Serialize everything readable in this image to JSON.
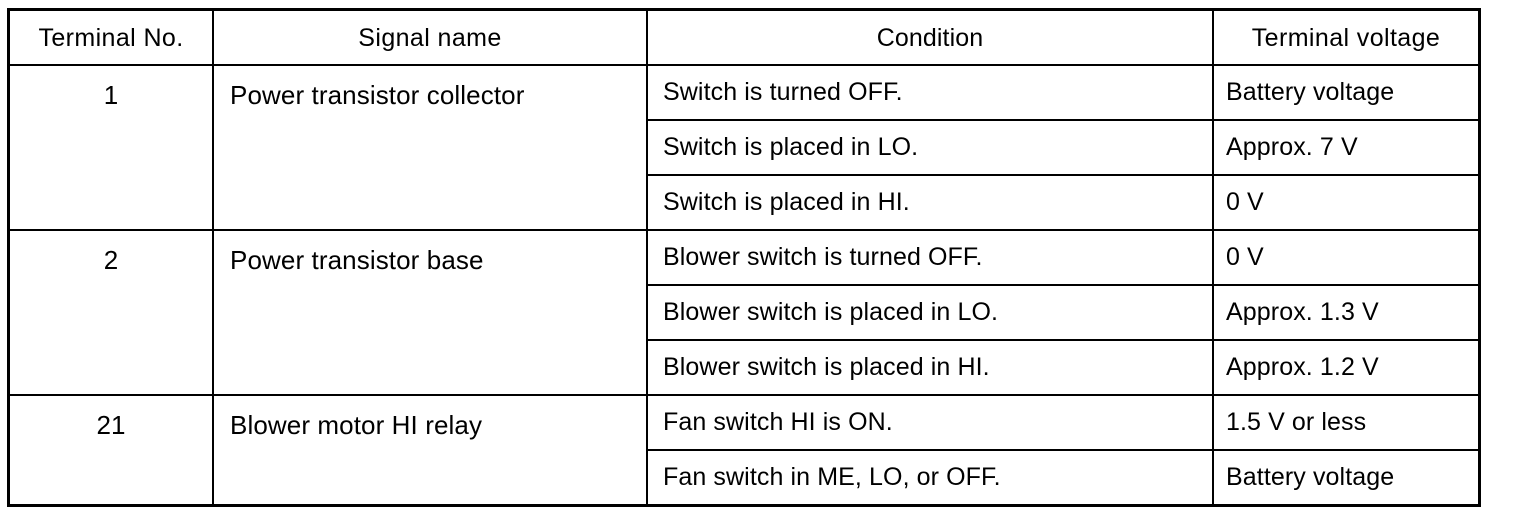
{
  "table": {
    "headers": {
      "terminal_no": "Terminal  No.",
      "signal_name": "Signal  name",
      "condition": "Condition",
      "terminal_voltage": "Terminal  voltage"
    },
    "groups": [
      {
        "terminal_no": "1",
        "signal_name": "Power transistor collector",
        "rows": [
          {
            "condition": "Switch is turned OFF.",
            "voltage": "Battery voltage"
          },
          {
            "condition": "Switch is placed in LO.",
            "voltage": "Approx. 7 V"
          },
          {
            "condition": "Switch is placed in HI.",
            "voltage": "0 V"
          }
        ]
      },
      {
        "terminal_no": "2",
        "signal_name": "Power transistor base",
        "rows": [
          {
            "condition": "Blower switch is turned OFF.",
            "voltage": "0 V"
          },
          {
            "condition": "Blower switch is placed in LO.",
            "voltage": "Approx. 1.3 V"
          },
          {
            "condition": "Blower switch is placed in HI.",
            "voltage": "Approx. 1.2 V"
          }
        ]
      },
      {
        "terminal_no": "21",
        "signal_name": "Blower motor HI relay",
        "rows": [
          {
            "condition": "Fan switch HI is ON.",
            "voltage": "1.5 V or less"
          },
          {
            "condition": "Fan switch in ME, LO, or OFF.",
            "voltage": "Battery voltage"
          }
        ]
      }
    ]
  },
  "colors": {
    "background": "#ffffff",
    "text": "#000000",
    "border": "#000000"
  }
}
